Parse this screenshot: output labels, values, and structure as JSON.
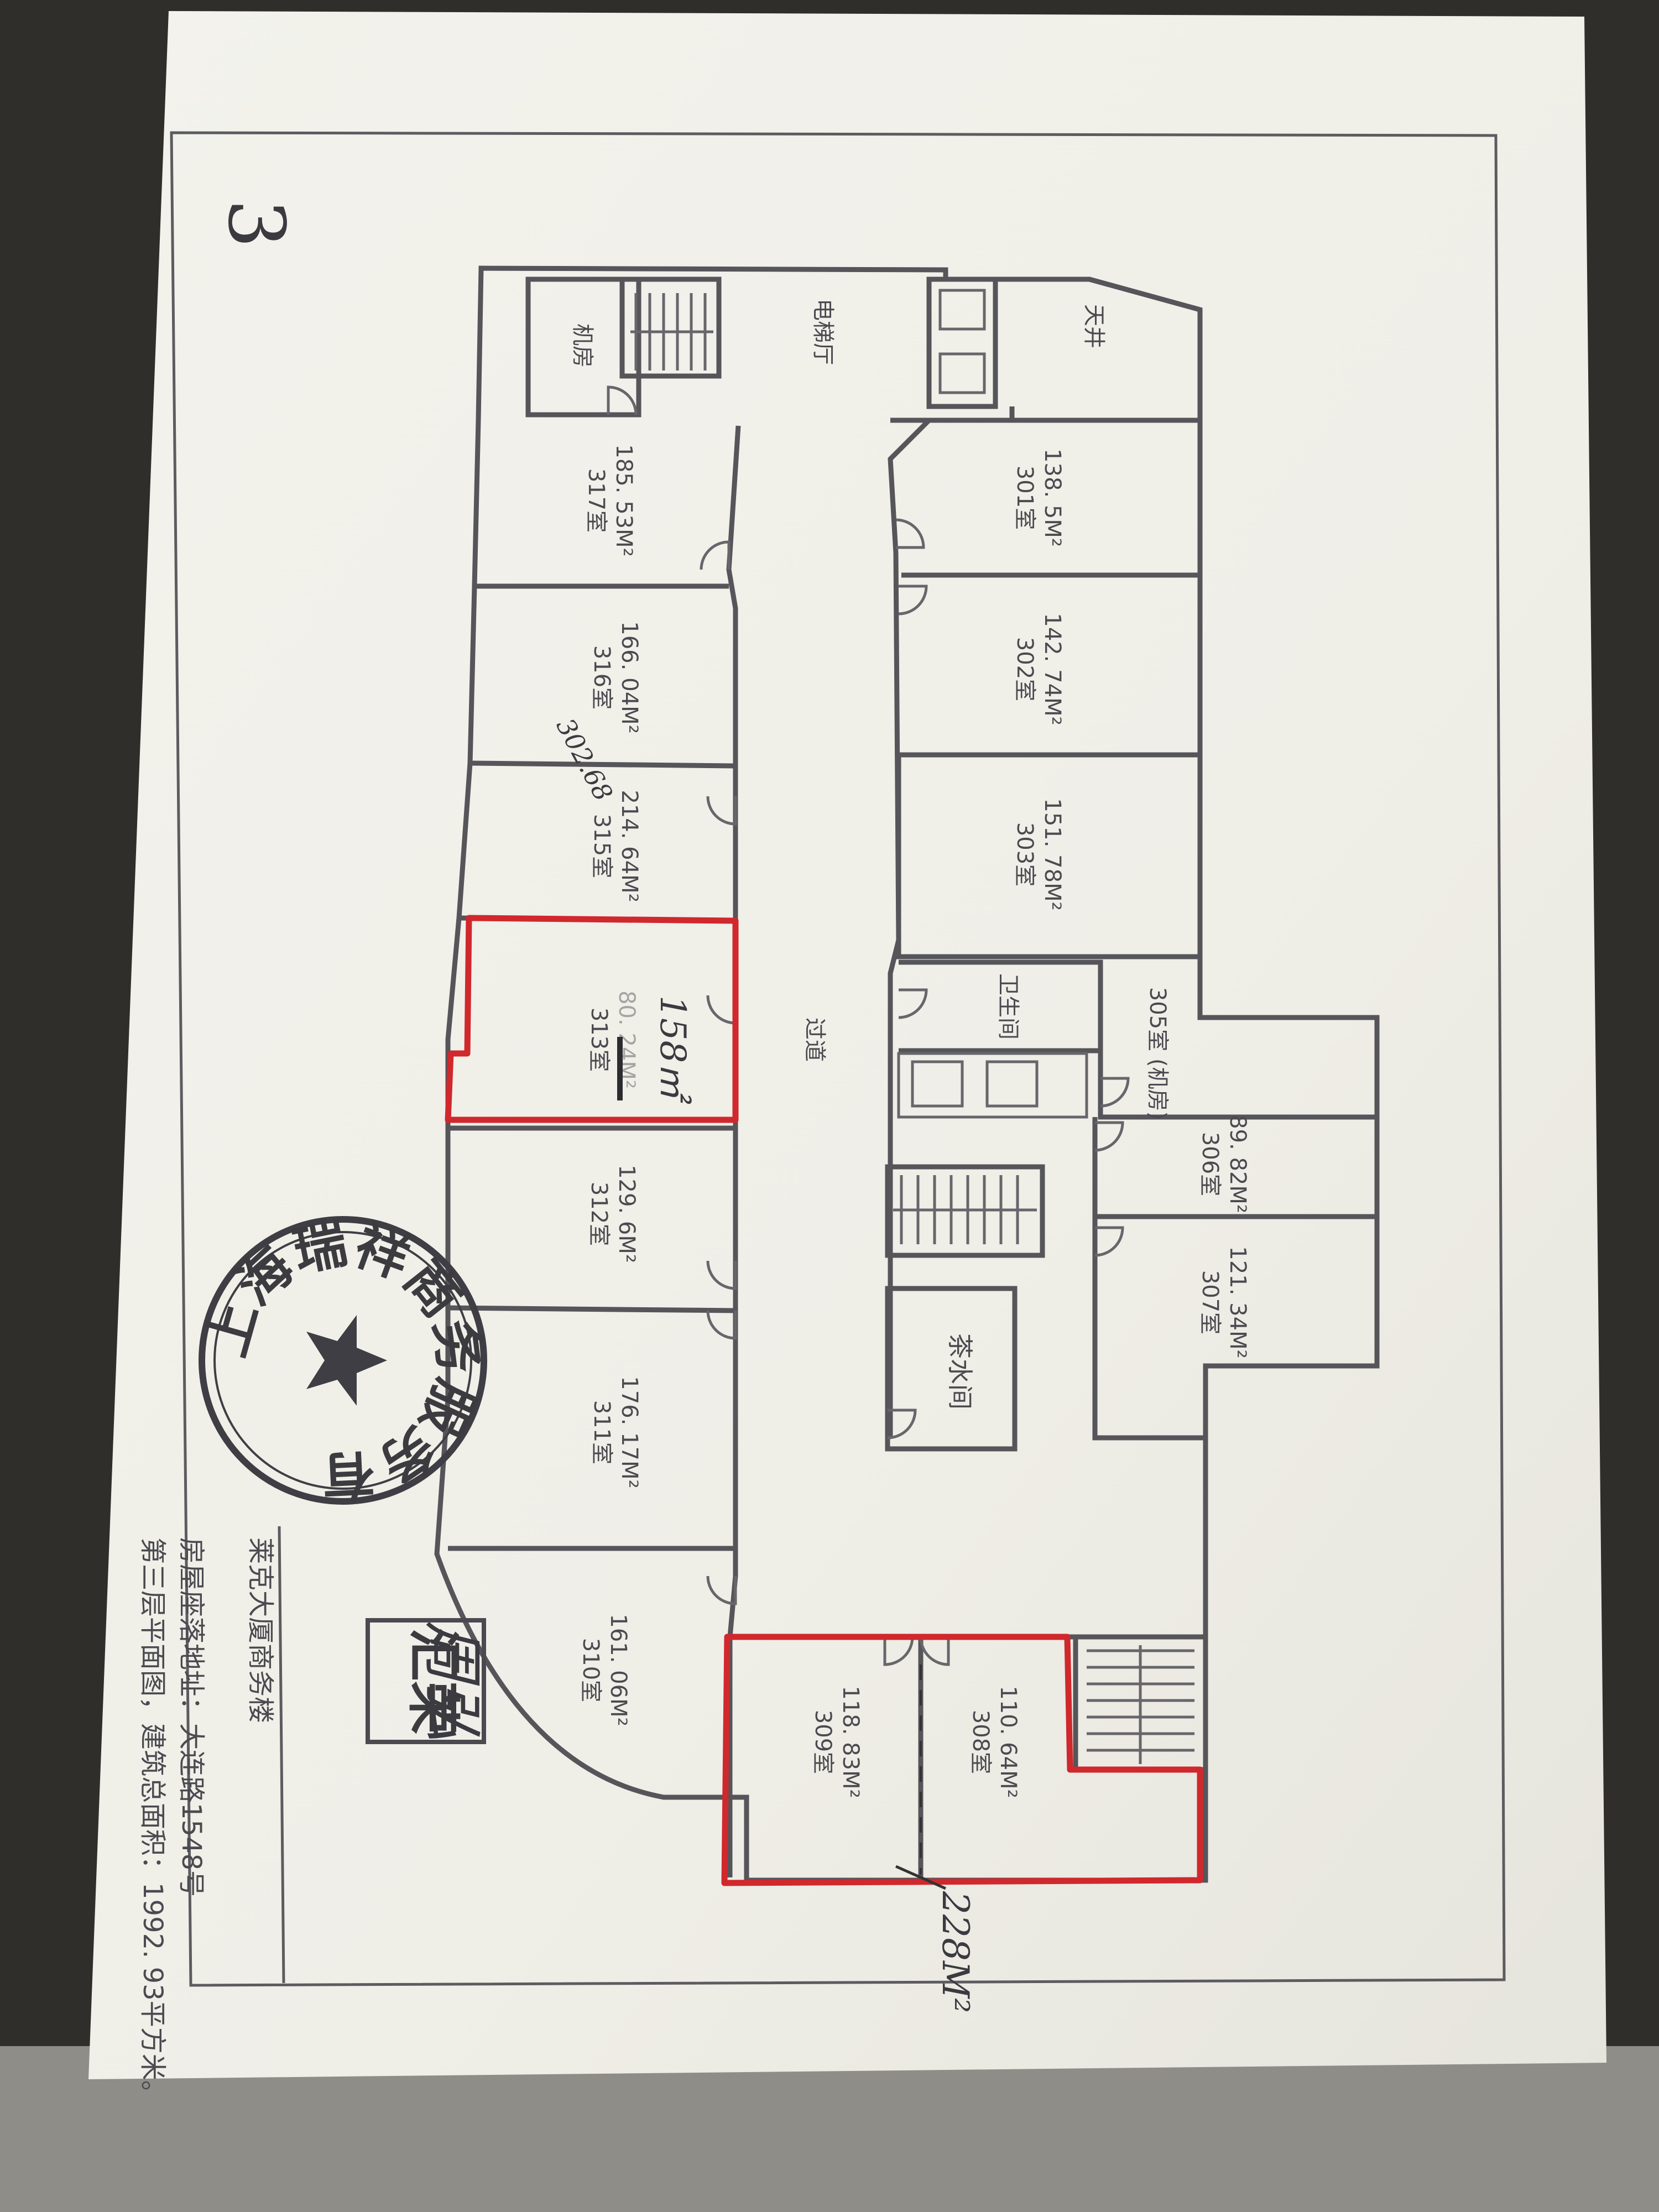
{
  "page_marker": "3",
  "rooms": {
    "r301": {
      "area": "138. 5M²",
      "name": "301室"
    },
    "r302": {
      "area": "142. 74M²",
      "name": "302室"
    },
    "r303": {
      "area": "151. 78M²",
      "name": "303室"
    },
    "r305": {
      "name": "305室 (机房)"
    },
    "r306": {
      "area": "89. 82M²",
      "name": "306室"
    },
    "r307": {
      "area": "121. 34M²",
      "name": "307室"
    },
    "r308": {
      "area": "110. 64M²",
      "name": "308室"
    },
    "r309": {
      "area": "118. 83M²",
      "name": "309室"
    },
    "r310": {
      "area": "161. 06M²",
      "name": "310室"
    },
    "r311": {
      "area": "176. 17M²",
      "name": "311室"
    },
    "r312": {
      "area": "129. 6M²",
      "name": "312室"
    },
    "r313": {
      "area": "80. 24M²",
      "name": "313室"
    },
    "r315": {
      "area": "214. 64M²",
      "name": "315室"
    },
    "r316": {
      "area": "166. 04M²",
      "name": "316室"
    },
    "r317": {
      "area": "185. 53M²",
      "name": "317室"
    }
  },
  "labels": {
    "tianjing": "天井",
    "jifang": "机房",
    "diantiting": "电梯厅",
    "guodao": "过道",
    "weishengjian": "卫生间",
    "chashuijian": "茶水间"
  },
  "handwritten": {
    "r313_new_area": "158㎡",
    "r315_note": "302.68",
    "combined_area": "228M²",
    "signature": "周弘"
  },
  "seal": {
    "text": "上海瑞祥商务服务有限公司"
  },
  "stamp": {
    "text": "汇荣"
  },
  "info": {
    "line1": "莱克大厦商务楼",
    "line2": "房屋座落地址：大连路1548号",
    "line3": "第三层平面图，建筑总面积：1992. 93平方米。"
  },
  "colors": {
    "red_markup": "#d0282c",
    "paper": "#f1f0ea",
    "line": "#55555a"
  }
}
